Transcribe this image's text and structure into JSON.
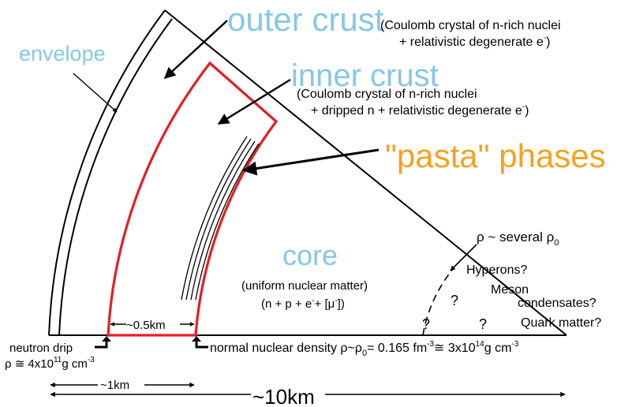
{
  "colors": {
    "label_blue": "#87c7e6",
    "label_orange": "#f6a21e",
    "inner_crust_boundary": "#e41e26",
    "outline": "#000000"
  },
  "regions": {
    "envelope": "envelope",
    "outer_crust": "outer crust",
    "outer_crust_desc_1": "(Coulomb crystal of n-rich nuclei",
    "outer_crust_desc_2": "+ relativistic degenerate e",
    "outer_crust_desc_2_sup": "-",
    "outer_crust_desc_2_end": ")",
    "inner_crust": "inner crust",
    "inner_crust_desc_1": "(Coulomb crystal of n-rich nuclei",
    "inner_crust_desc_2": "+ dripped n + relativistic degenerate e",
    "inner_crust_desc_2_sup": "-",
    "inner_crust_desc_2_end": ")",
    "pasta": "\"pasta\" phases",
    "core": "core",
    "core_desc_1": "(uniform nuclear matter)",
    "core_desc_2_a": "(n + p + e",
    "core_desc_2_sup": "-",
    "core_desc_2_b": "+ [μ",
    "core_desc_2_sup2": "-",
    "core_desc_2_c": "])"
  },
  "exotic": {
    "rho_label": "ρ ~ several ρ",
    "rho_sub": "0",
    "hyperons": "Hyperons?",
    "meson_1": "Meson",
    "meson_2": "condensates?",
    "quark": "Quark matter?",
    "question": "?"
  },
  "scale": {
    "half_km": "~0.5km",
    "one_km": "~1km",
    "ten_km": "~10km"
  },
  "drip": {
    "line1": "neutron drip",
    "rho_a": "ρ ≅ 4x10",
    "rho_exp": "11",
    "rho_b": "g cm",
    "rho_unit_exp": "-3"
  },
  "nuclear": {
    "text_a": "normal nuclear density ρ~ρ",
    "sub0": "0",
    "text_b": "= 0.165 fm",
    "exp1": "-3",
    "text_c": "≅ 3x10",
    "exp2": "14",
    "text_d": "g cm",
    "exp3": "-3"
  }
}
